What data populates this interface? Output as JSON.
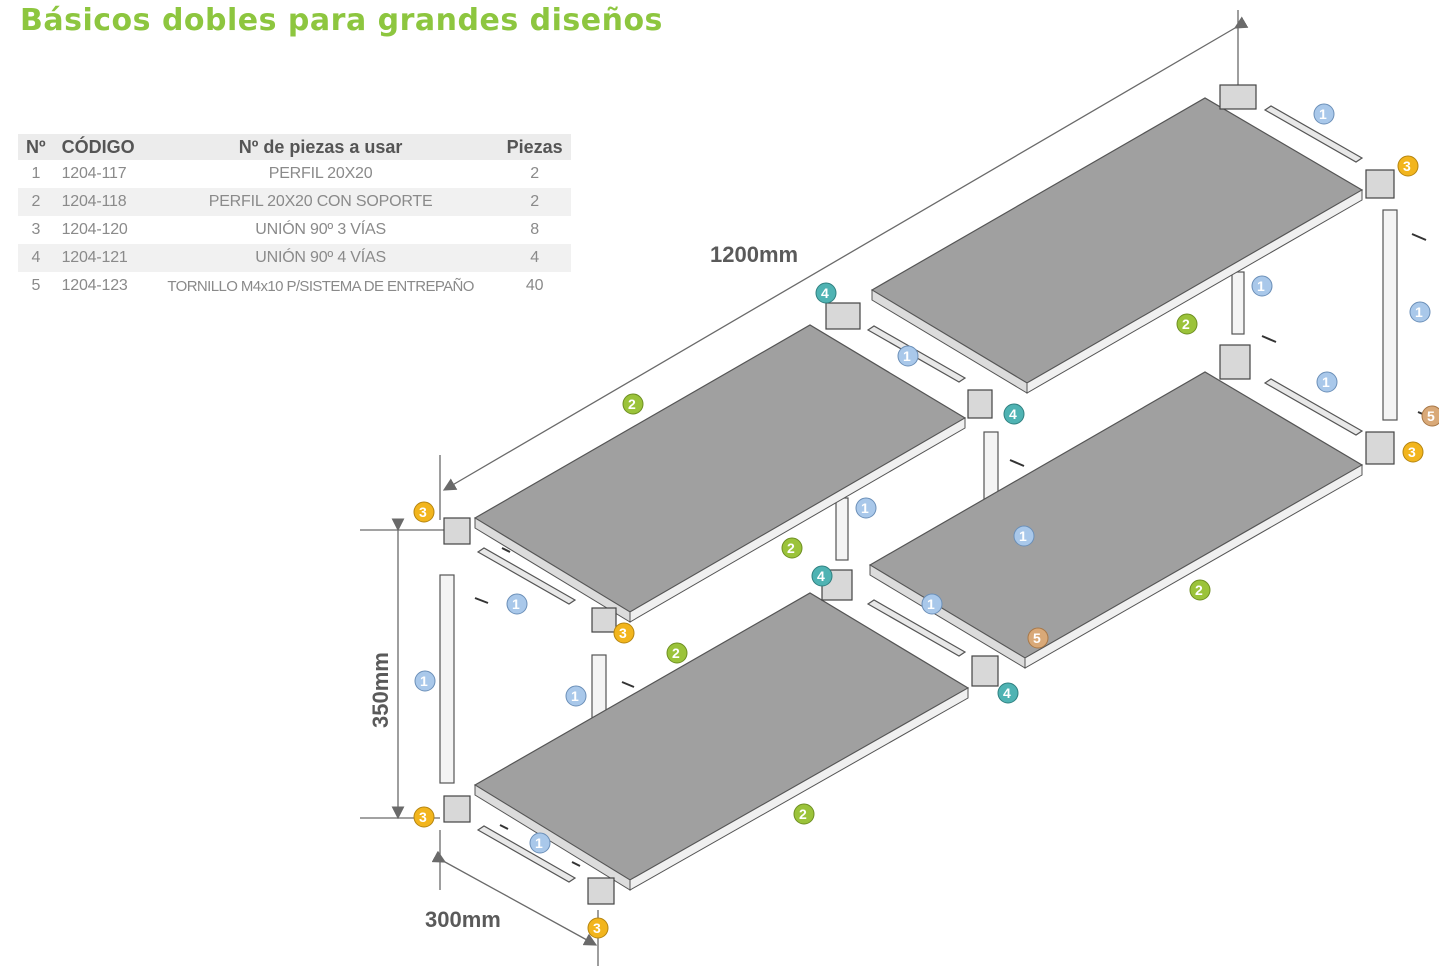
{
  "title": "Básicos dobles para grandes diseños",
  "table": {
    "headers": [
      "Nº",
      "CÓDIGO",
      "Nº de piezas a usar",
      "Piezas"
    ],
    "rows": [
      [
        "1",
        "1204-117",
        "PERFIL 20X20",
        "2"
      ],
      [
        "2",
        "1204-118",
        "PERFIL 20X20 CON SOPORTE",
        "2"
      ],
      [
        "3",
        "1204-120",
        "UNIÓN 90º 3 VÍAS",
        "8"
      ],
      [
        "4",
        "1204-121",
        "UNIÓN 90º 4 VÍAS",
        "4"
      ],
      [
        "5",
        "1204-123",
        "TORNILLO M4x10 P/SISTEMA DE ENTREPAÑO",
        "40"
      ]
    ]
  },
  "dimensions": {
    "length": "1200mm",
    "height": "350mm",
    "depth": "300mm"
  },
  "badges": {
    "profile": "1",
    "profile_support": "2",
    "joint_3": "3",
    "joint_4": "4",
    "screw": "5"
  },
  "colors": {
    "title": "#8dc63f",
    "badge_1": "#a9c8ea",
    "badge_2": "#9bc33a",
    "badge_3": "#f2b51d",
    "badge_4": "#4fb3b3",
    "badge_5": "#d9a978",
    "shelf": "#9e9e9e"
  }
}
